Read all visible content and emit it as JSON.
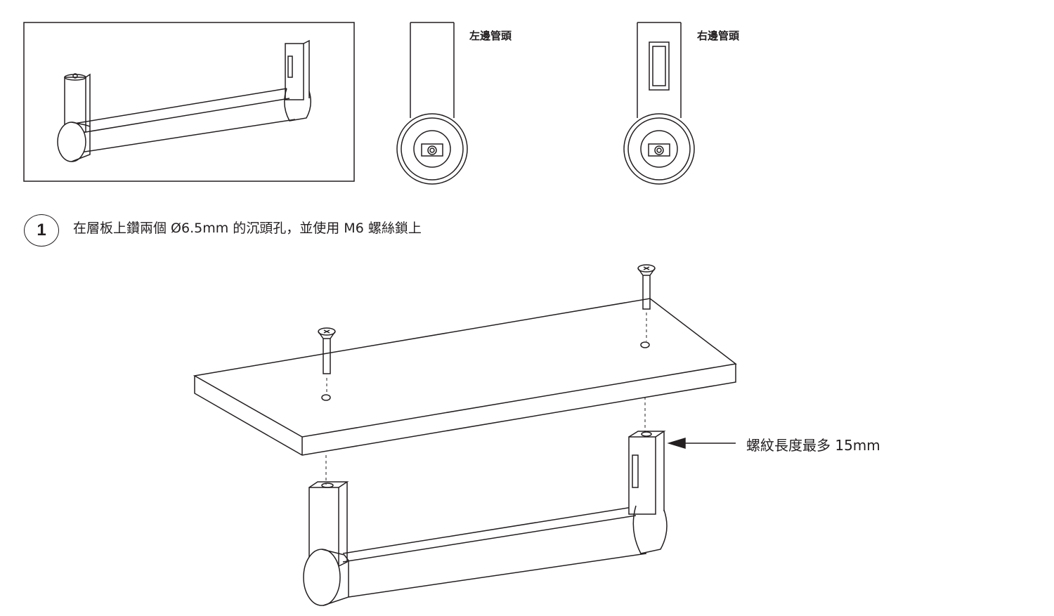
{
  "labels": {
    "left_cap": "左邊管頭",
    "right_cap": "右邊管頭"
  },
  "step": {
    "number": "1",
    "instruction": "在層板上鑽兩個 Ø6.5mm 的沉頭孔，並使用 M6 螺絲鎖上"
  },
  "note": "螺紋長度最多 15mm"
}
